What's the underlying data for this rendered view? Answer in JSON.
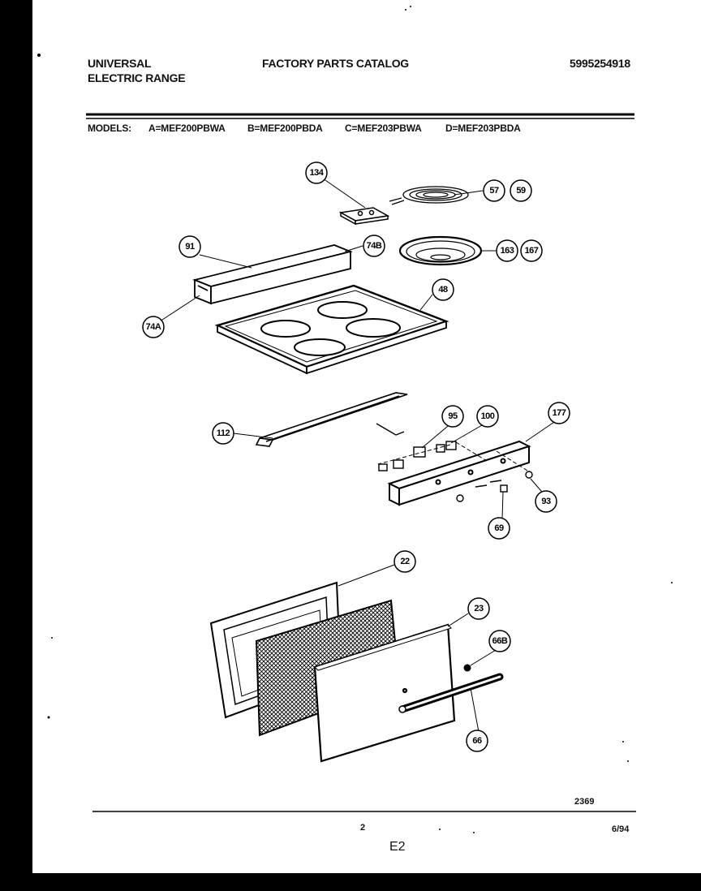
{
  "header": {
    "brand_line1": "UNIVERSAL",
    "brand_line2": "ELECTRIC RANGE",
    "catalog_title": "FACTORY PARTS CATALOG",
    "catalog_number": "5995254918"
  },
  "models": {
    "label": "MODELS:",
    "list": [
      "A=MEF200PBWA",
      "B=MEF200PBDA",
      "C=MEF203PBWA",
      "D=MEF203PBDA"
    ]
  },
  "callouts": [
    "134",
    "57",
    "59",
    "91",
    "74B",
    "163",
    "167",
    "74A",
    "48",
    "112",
    "95",
    "100",
    "177",
    "93",
    "69",
    "22",
    "23",
    "66B",
    "66"
  ],
  "footer": {
    "drawing_number": "2369",
    "page_number": "2",
    "date": "6/94",
    "section": "E2"
  },
  "colors": {
    "ink": "#000000",
    "paper": "#ffffff",
    "border": "#000000"
  }
}
